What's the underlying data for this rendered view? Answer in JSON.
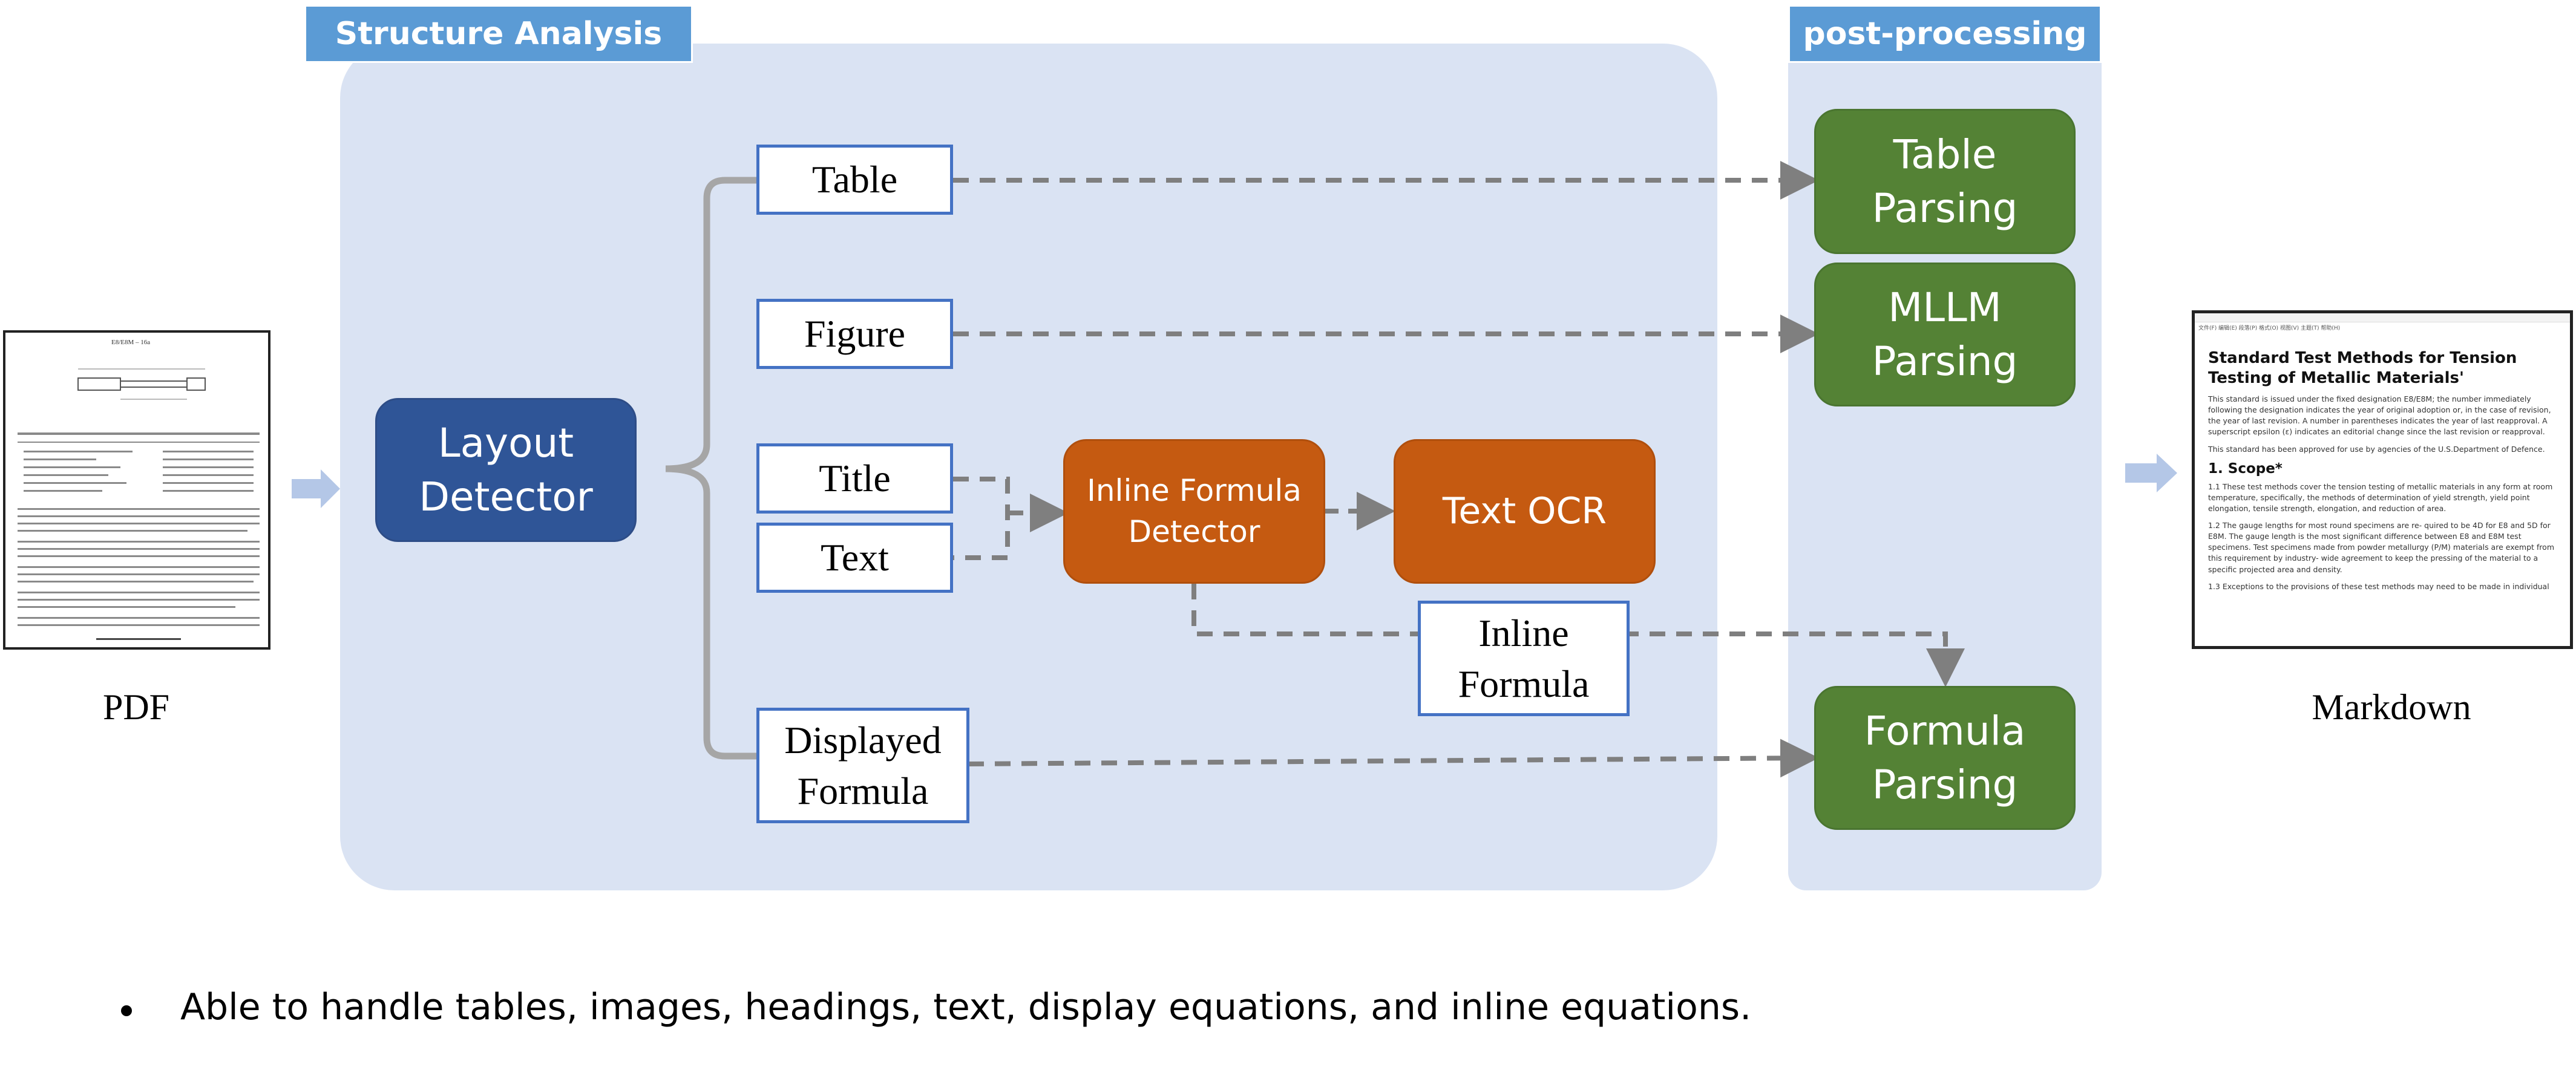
{
  "sections": {
    "structure_analysis": "Structure Analysis",
    "post_processing": "post-processing"
  },
  "nodes": {
    "layout_detector": "Layout Detector",
    "table": "Table",
    "figure": "Figure",
    "title": "Title",
    "text": "Text",
    "displayed_formula": "Displayed Formula",
    "inline_formula_detector": "Inline Formula Detector",
    "text_ocr": "Text OCR",
    "inline_formula": "Inline Formula",
    "table_parsing": "Table Parsing",
    "mllm_parsing": "MLLM Parsing",
    "formula_parsing": "Formula Parsing"
  },
  "inputs": {
    "pdf_label": "PDF",
    "pdf_doc_title": "E8/E8M – 16a"
  },
  "outputs": {
    "markdown_label": "Markdown",
    "menu": "文件(F)   编辑(E)   段落(P)   格式(O)   视图(V)   主题(T)   帮助(H)",
    "heading": "Standard Test Methods for Tension Testing of Metallic Materials'",
    "para1": "This standard is issued under the fixed designation E8/E8M; the number immediately following the designation indicates the year of original adoption or, in the case of revision, the year of last revision. A number in parentheses indicates the year of last reapproval. A superscript epsilon (ε) indicates an editorial change since the last revision or reapproval.",
    "para2": "This standard has been approved for use by agencies of the U.S.Department of Defence.",
    "scope": "1. Scope*",
    "para3": "1.1 These test methods cover the tension testing of metallic materials in any form at room temperature, specifically, the methods of determination of yield strength, yield point elongation, tensile strength, elongation, and reduction of area.",
    "para4": "1.2 The gauge lengths for most round specimens are re- quired to be 4D for E8 and 5D for E8M. The gauge length is the most significant difference between E8 and E8M test specimens. Test specimens made from powder metallurgy (P/M) materials are exempt from this requirement by industry- wide agreement to keep the pressing of the material to a specific projected area and density.",
    "para5": "1.3 Exceptions to the provisions of these test methods may need to be made in individual"
  },
  "bullet": "Able to handle tables, images, headings, text, display equations, and inline equations.",
  "colors": {
    "panel": "#dae3f3",
    "tab": "#5b9bd5",
    "blue_node": "#2f5597",
    "orange_node": "#c55a11",
    "green_node": "#548235",
    "box_border": "#4472c4",
    "connector": "#7f7f7f"
  }
}
